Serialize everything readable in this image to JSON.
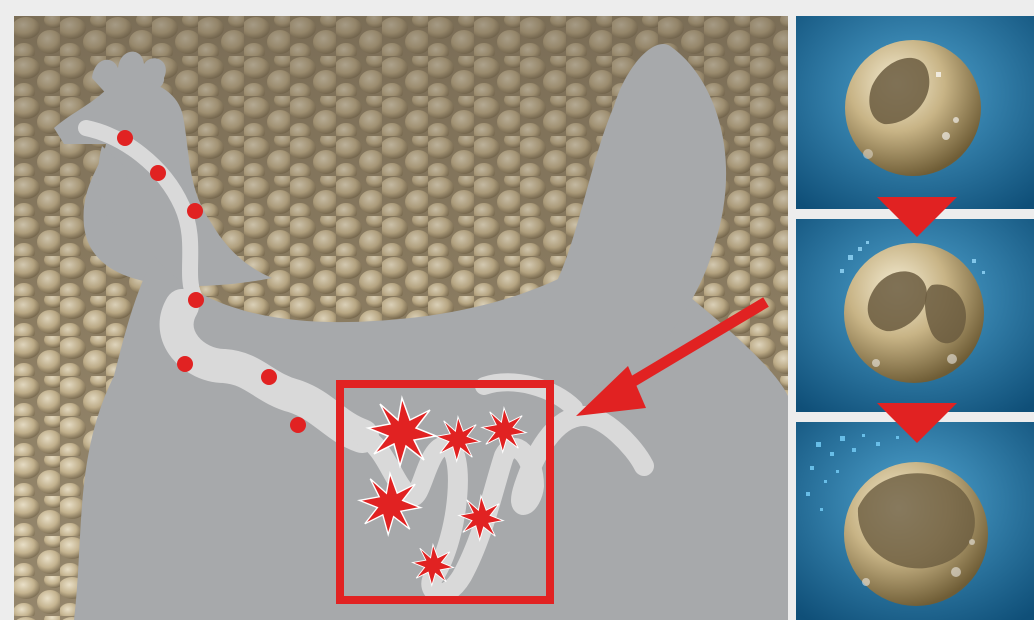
{
  "colors": {
    "background": "#ededed",
    "chicken": "#a7a9ab",
    "digestive_tract": "#d9d9d9",
    "accent_red": "#e12222",
    "feed_pellet": "#c9b98f",
    "panel_blue": "#1f6f9a",
    "release_particles": "#4fb6e6"
  },
  "icons": {
    "chicken": "chicken-silhouette-icon",
    "red_dot": "feed-particle-dot",
    "starburst": "release-burst-icon",
    "pointer_arrow": "pointer-arrow-icon",
    "step_arrow": "down-triangle-arrow-icon",
    "pellet": "microcapsule-pellet-icon"
  },
  "steps": [
    {
      "id": "intact-capsule"
    },
    {
      "id": "capsule-opening"
    },
    {
      "id": "capsule-releasing"
    }
  ]
}
